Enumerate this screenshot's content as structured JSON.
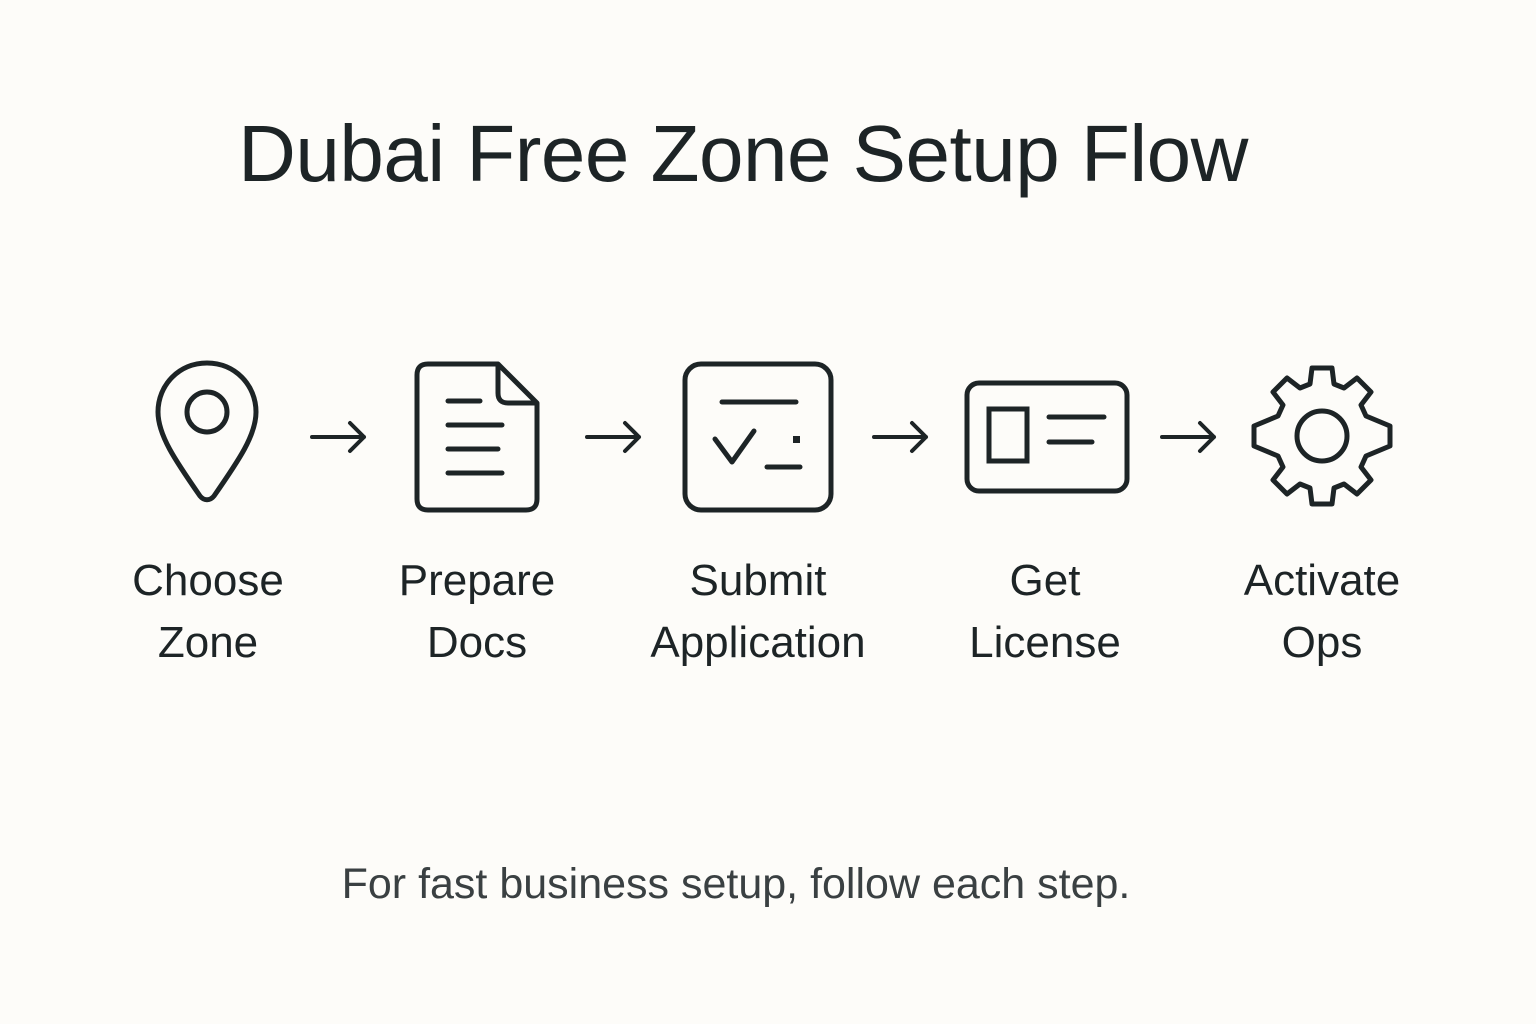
{
  "title": "Dubai Free Zone Setup Flow",
  "steps": [
    {
      "icon": "map-pin-icon",
      "line1": "Choose",
      "line2": "Zone"
    },
    {
      "icon": "document-icon",
      "line1": "Prepare",
      "line2": "Docs"
    },
    {
      "icon": "checklist-form-icon",
      "line1": "Submit",
      "line2": "Application"
    },
    {
      "icon": "id-card-icon",
      "line1": "Get",
      "line2": "License"
    },
    {
      "icon": "gear-icon",
      "line1": "Activate",
      "line2": "Ops"
    }
  ],
  "connector": "→",
  "footer": "For fast business setup, follow each step.",
  "colors": {
    "background": "#fdfcf9",
    "stroke": "#1d2426",
    "footer_text": "#3a4042"
  }
}
